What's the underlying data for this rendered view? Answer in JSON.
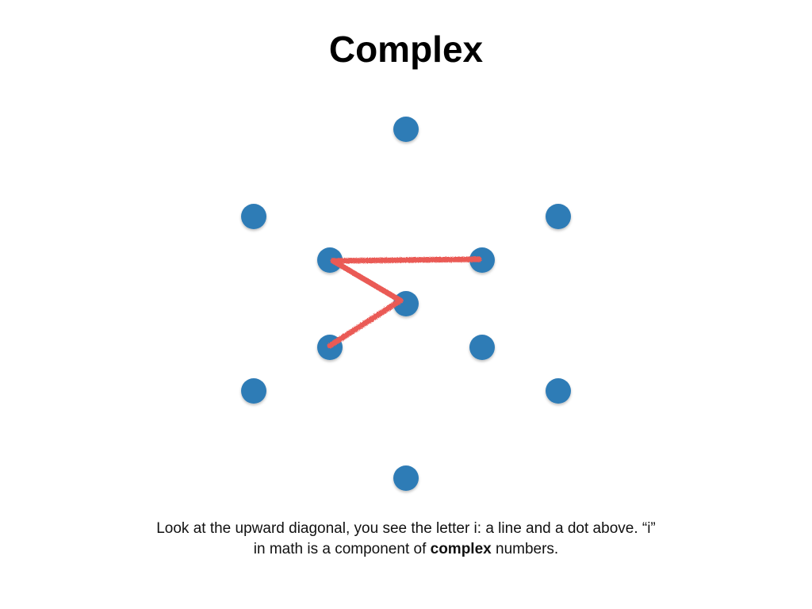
{
  "slide": {
    "title": "Complex",
    "caption": {
      "line1": "Look at the upward diagonal, you see the letter i: a line and a dot above. “i”",
      "line2_before": "in math is a component of ",
      "line2_bold": "complex",
      "line2_after": " numbers."
    }
  },
  "colors": {
    "dot": "#2f7bb6",
    "stroke": "#ea5a55",
    "background": "#ffffff"
  }
}
